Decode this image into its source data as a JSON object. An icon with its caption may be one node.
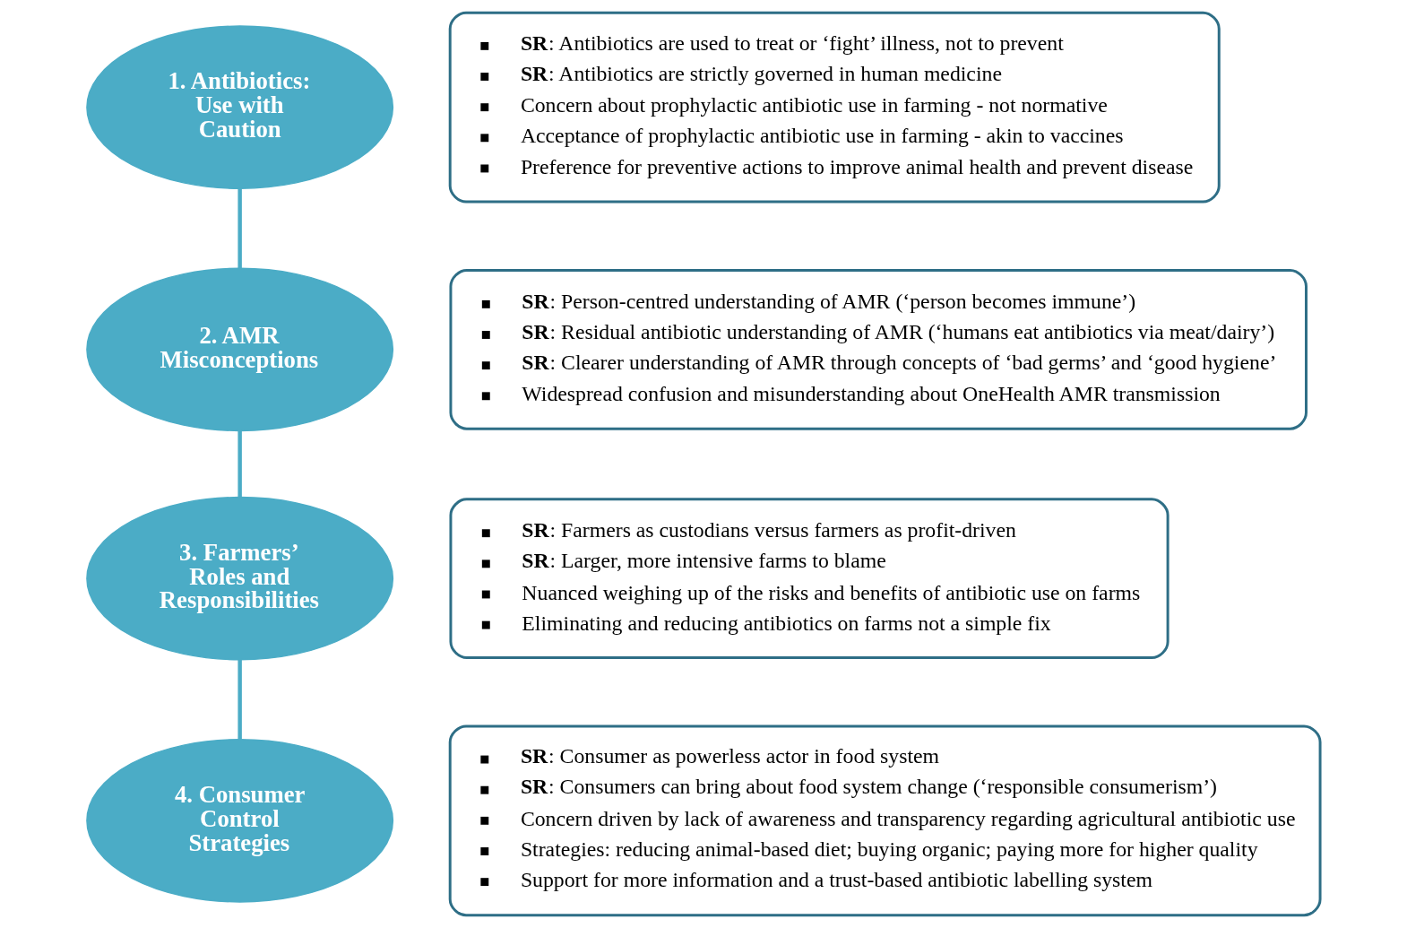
{
  "diagram": {
    "nodes": [
      {
        "text": [
          "1. Antibiotics: Use with Caution"
        ]
      },
      {
        "text": [
          "**SR**: Antibiotics are used to treat or ‘fight’ illness, not to prevent",
          "**SR**: Antibiotics are strictly governed in human medicine",
          "Concern about prophylactic antibiotic use in farming - not normative",
          "Acceptance of prophylactic antibiotic use in farming - akin to vaccines",
          "Preference for preventive actions to improve animal health and prevent disease"
        ]
      },
      {
        "text": [
          "2. AMR Misconceptions"
        ]
      },
      {
        "text": [
          "**SR**: Person-centred understanding of AMR (‘person becomes immune’)",
          "**SR**: Residual antibiotic understanding of AMR (‘humans eat antibiotics via meat/dairy’)",
          "**SR**: Clearer understanding of AMR through concepts of ‘bad germs’ and ‘good hygiene’",
          "Widespread confusion and misunderstanding about OneHealth AMR transmission"
        ]
      },
      {
        "text": [
          "3. Farmers’ Roles and Responsibilities"
        ]
      },
      {
        "text": [
          "**SR**: Farmers as custodians versus farmers as profit-driven",
          "**SR**: Larger, more intensive farms to blame",
          "Nuanced weighing up of the risks and benefits of antibiotic use on farms",
          "Eliminating and reducing antibiotics on farms not a simple fix"
        ]
      },
      {
        "text": [
          "4. Consumer Control Strategies"
        ]
      },
      {
        "text": [
          "**SR**: Consumer as powerless actor in food system",
          "**SR**: Consumers can bring about food system change (‘responsible consumerism’)",
          "Concern driven by lack of awareness and transparency regarding agricultural antibiotic use",
          "Strategies: reducing animal-based diet; buying organic; paying more for higher quality",
          "Support for more information and a trust-based antibiotic labelling system"
        ]
      }
    ],
    "edges": [
      {
        "from": 0,
        "to": 2,
        "arrow": "none"
      },
      {
        "from": 2,
        "to": 4,
        "arrow": "none"
      },
      {
        "from": 4,
        "to": 6,
        "arrow": "none"
      }
    ]
  }
}
